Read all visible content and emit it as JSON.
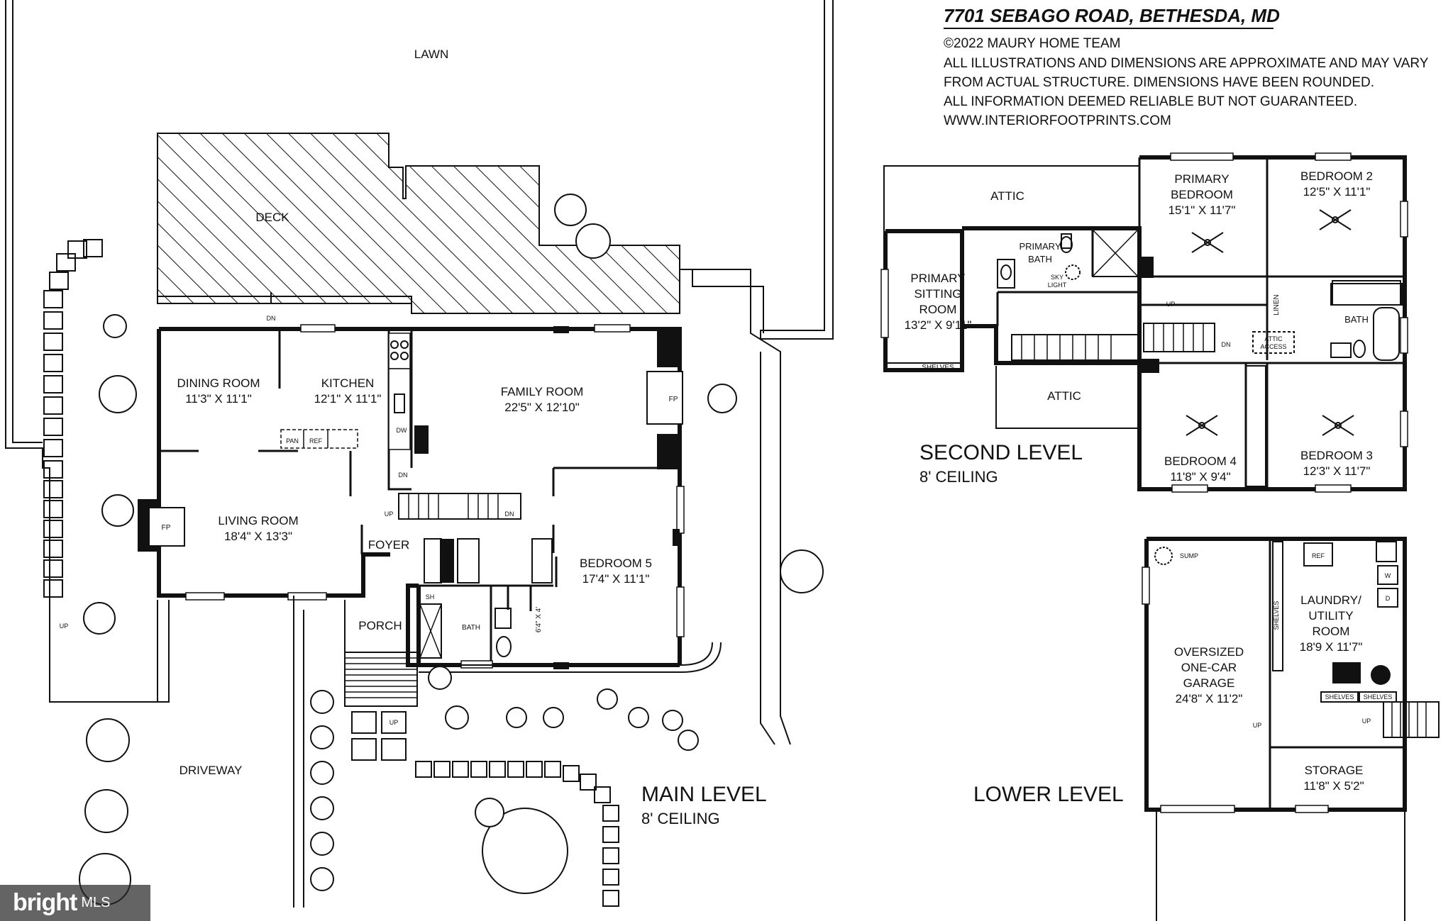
{
  "header": {
    "address": "7701 SEBAGO ROAD, BETHESDA, MD",
    "copyright": "©2022 MAURY HOME TEAM",
    "disclaimer_1": "ALL ILLUSTRATIONS AND DIMENSIONS ARE APPROXIMATE AND MAY VARY",
    "disclaimer_2": "FROM ACTUAL STRUCTURE. DIMENSIONS HAVE BEEN ROUNDED.",
    "disclaimer_3": "ALL INFORMATION DEEMED RELIABLE BUT NOT GUARANTEED.",
    "website": "WWW.INTERIORFOOTPRINTS.COM"
  },
  "main_level": {
    "title": "MAIN LEVEL",
    "ceiling": "8' CEILING",
    "lawn": "LAWN",
    "deck": "DECK",
    "driveway": "DRIVEWAY",
    "porch": "PORCH",
    "foyer": "FOYER",
    "bath": "BATH",
    "closet": "6'4\" X 4'",
    "fp": "FP",
    "dn": "DN",
    "up": "UP",
    "sh": "SH",
    "dw": "DW",
    "pan": "PAN",
    "ref": "REF",
    "dining": {
      "name": "DINING ROOM",
      "dims": "11'3\" X 11'1\""
    },
    "kitchen": {
      "name": "KITCHEN",
      "dims": "12'1\" X 11'1\""
    },
    "family": {
      "name": "FAMILY ROOM",
      "dims": "22'5\" X 12'10\""
    },
    "living": {
      "name": "LIVING ROOM",
      "dims": "18'4\" X 13'3\""
    },
    "bedroom5": {
      "name": "BEDROOM 5",
      "dims": "17'4\" X 11'1\""
    }
  },
  "second_level": {
    "title": "SECOND LEVEL",
    "ceiling": "8' CEILING",
    "attic": "ATTIC",
    "attic_access_1": "ATTIC",
    "attic_access_2": "ACCESS",
    "primary_bath_1": "PRIMARY",
    "primary_bath_2": "BATH",
    "sky_1": "SKY",
    "sky_2": "LIGHT",
    "shelves": "SHELVES",
    "linen": "LINEN",
    "bath": "BATH",
    "up": "UP",
    "dn": "DN",
    "sitting": {
      "l1": "PRIMARY",
      "l2": "SITTING",
      "l3": "ROOM",
      "dims": "13'2\" X 9'11\""
    },
    "primary_bed": {
      "l1": "PRIMARY",
      "l2": "BEDROOM",
      "dims": "15'1\" X 11'7\""
    },
    "bedroom2": {
      "name": "BEDROOM 2",
      "dims": "12'5\" X 11'1\""
    },
    "bedroom3": {
      "name": "BEDROOM 3",
      "dims": "12'3\" X 11'7\""
    },
    "bedroom4": {
      "name": "BEDROOM 4",
      "dims": "11'8\" X 9'4\""
    }
  },
  "lower_level": {
    "title": "LOWER LEVEL",
    "sump": "SUMP",
    "ref": "REF",
    "w": "W",
    "d": "D",
    "shelves": "SHELVES",
    "up": "UP",
    "garage": {
      "l1": "OVERSIZED",
      "l2": "ONE-CAR",
      "l3": "GARAGE",
      "dims": "24'8\" X 11'2\""
    },
    "laundry": {
      "l1": "LAUNDRY/",
      "l2": "UTILITY",
      "l3": "ROOM",
      "dims": "18'9 X 11'7\""
    },
    "storage": {
      "name": "STORAGE",
      "dims": "11'8\" X 5'2\""
    }
  },
  "watermark": {
    "brand": "bright",
    "suffix": "MLS"
  }
}
